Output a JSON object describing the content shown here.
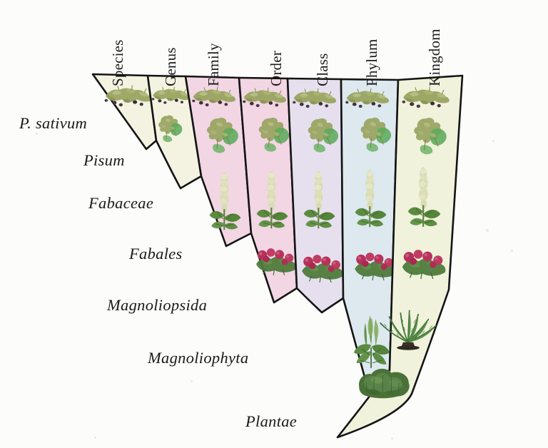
{
  "figure": {
    "type": "taxonomic-hierarchy-wedge-diagram",
    "subject": "Classification of the garden pea (Pisum sativum)",
    "background_color": "#fcfcfb",
    "outline_color": "#141414"
  },
  "rank_headers": [
    {
      "label": "Species",
      "rotated": true
    },
    {
      "label": "Genus",
      "rotated": true
    },
    {
      "label": "Family",
      "rotated": true
    },
    {
      "label": "Order",
      "rotated": true
    },
    {
      "label": "Class",
      "rotated": true
    },
    {
      "label": "Phylum",
      "rotated": true
    },
    {
      "label": "Kingdom",
      "rotated": true
    }
  ],
  "taxon_labels": [
    {
      "label": "P. sativum",
      "rank": "Species"
    },
    {
      "label": "Pisum",
      "rank": "Genus"
    },
    {
      "label": "Fabaceae",
      "rank": "Family"
    },
    {
      "label": "Fabales",
      "rank": "Order"
    },
    {
      "label": "Magnoliopsida",
      "rank": "Class"
    },
    {
      "label": "Magnoliophyta",
      "rank": "Phylum"
    },
    {
      "label": "Plantae",
      "rank": "Kingdom"
    }
  ],
  "bands": [
    {
      "rank": "Species",
      "taxon": "P. sativum",
      "fill": "#f4f3e2",
      "organism_count": 1,
      "organisms": [
        "pea-plant-with-pods"
      ]
    },
    {
      "rank": "Genus",
      "taxon": "Pisum",
      "fill": "#f4f3e2",
      "organism_count": 2,
      "organisms": [
        "pea-plant-with-pods",
        "red-flowered-legume"
      ]
    },
    {
      "rank": "Family",
      "taxon": "Fabaceae",
      "fill": "#f2d6e4",
      "organism_count": 3,
      "organisms": [
        "pea-plant-with-pods",
        "broad-leaf-legume",
        "lupine-spike"
      ]
    },
    {
      "rank": "Order",
      "taxon": "Fabales",
      "fill": "#f2d6e4",
      "organism_count": 4,
      "organisms": [
        "pea-plant-with-pods",
        "broad-leaf-legume",
        "lupine-spike",
        "red-clover-cluster"
      ]
    },
    {
      "rank": "Class",
      "taxon": "Magnoliopsida",
      "fill": "#e6e0ee",
      "organism_count": 4,
      "organisms": [
        "pea-plant-with-pods",
        "broad-leaf-legume",
        "lupine-spike",
        "red-clover-cluster"
      ]
    },
    {
      "rank": "Phylum",
      "taxon": "Magnoliophyta",
      "fill": "#dde8ef",
      "organism_count": 5,
      "organisms": [
        "pea-plant-with-pods",
        "broad-leaf-legume",
        "lupine-spike",
        "red-clover-cluster",
        "grass-monocot"
      ]
    },
    {
      "rank": "Kingdom",
      "taxon": "Plantae",
      "fill": "#f0f2dc",
      "organism_count": 6,
      "organisms": [
        "pea-plant-with-pods",
        "broad-leaf-legume",
        "lupine-spike",
        "red-clover-cluster",
        "cycad-palm",
        "moss-clump"
      ]
    }
  ]
}
